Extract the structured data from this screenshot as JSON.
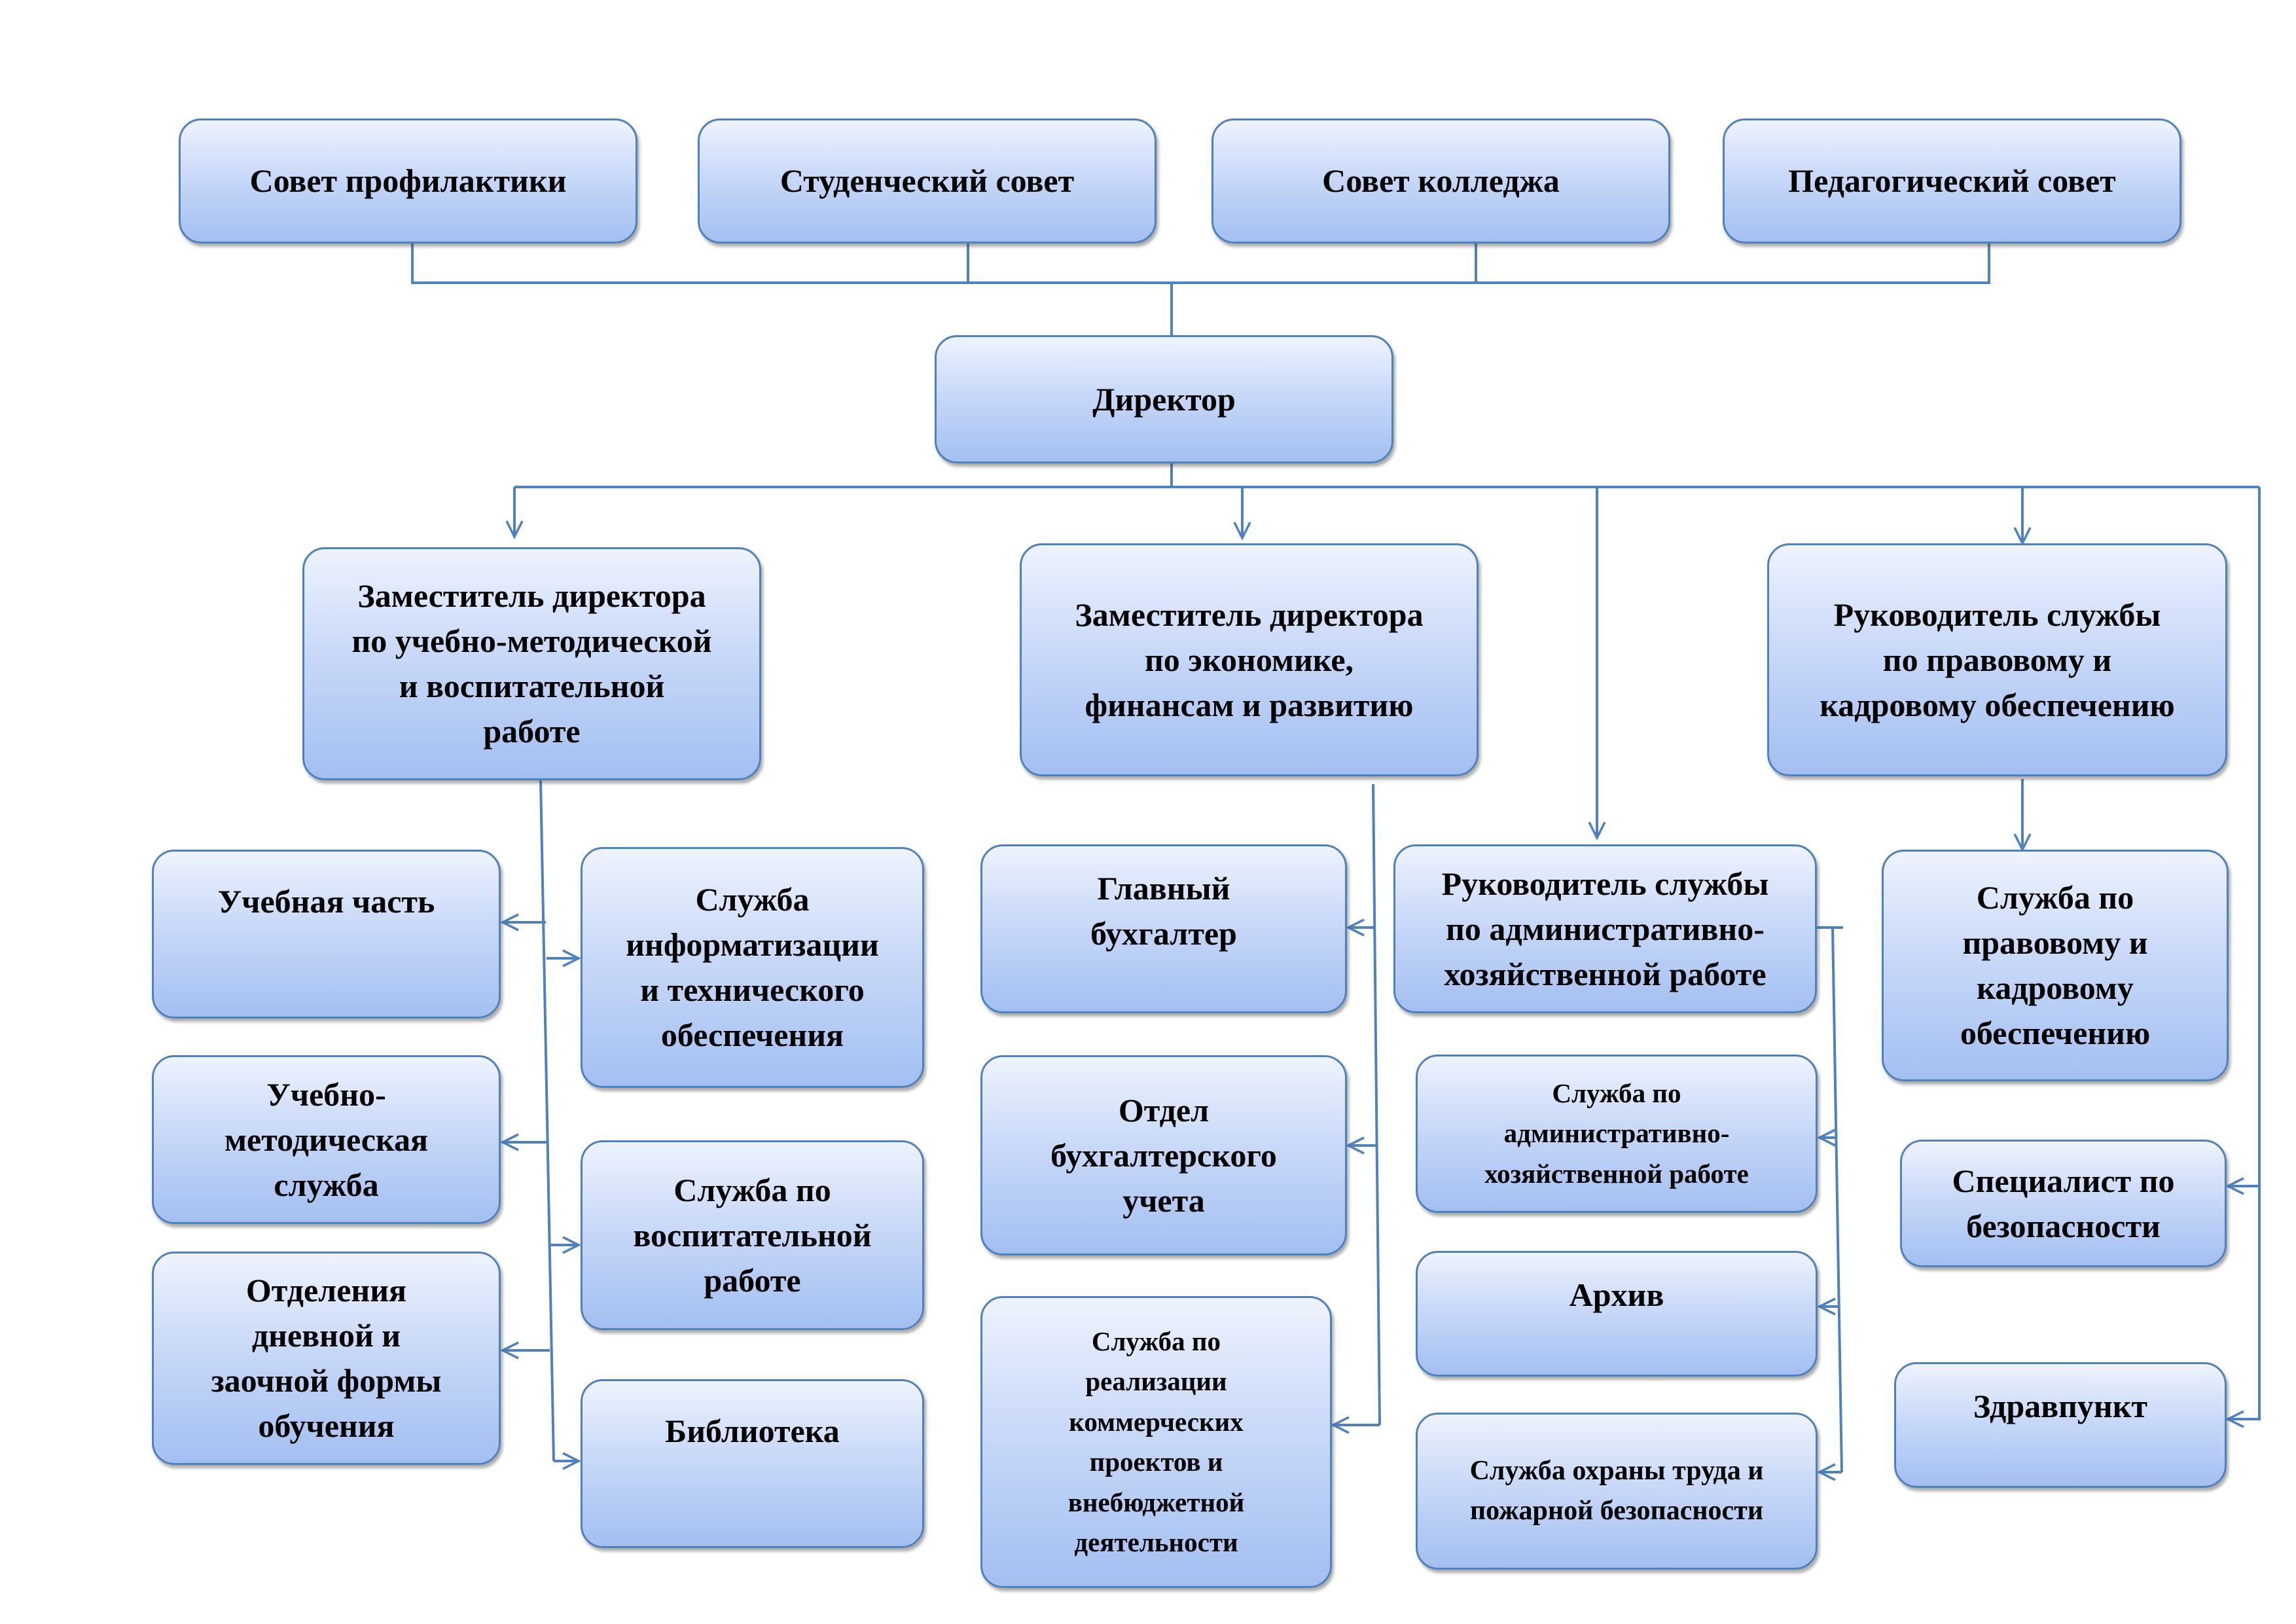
{
  "top_councils": [
    "Совет профилактики",
    "Студенческий совет",
    "Совет колледжа",
    "Педагогический совет"
  ],
  "director": "Директор",
  "deputies": {
    "academic": "Заместитель директора\nпо учебно-методической\nи воспитательной\nработе",
    "economics": "Заместитель директора\nпо экономике,\nфинансам и развитию",
    "legal_head": "Руководитель службы\nпо правовому и\nкадровому обеспечению",
    "admin_head": "Руководитель службы\nпо административно-\nхозяйственной работе"
  },
  "academic_units": {
    "left": [
      "Учебная часть",
      "Учебно-\nметодическая\nслужба",
      "Отделения\nдневной и\nзаочной формы\nобучения"
    ],
    "right": [
      "Служба\nинформатизации\nи технического\nобеспечения",
      "Служба по\nвоспитательной\nработе",
      "Библиотека"
    ]
  },
  "economics_units": [
    "Главный\nбухгалтер",
    "Отдел\nбухгалтерского\nучета",
    "Служба по\nреализации\nкоммерческих\nпроектов и\nвнебюджетной\nдеятельности"
  ],
  "admin_units": [
    "Служба по\nадминистративно-\nхозяйственной работе",
    "Архив",
    "Служба охраны труда и\nпожарной безопасности"
  ],
  "legal_units": [
    "Служба по\nправовому и\nкадровому\nобеспечению"
  ],
  "direct_units": [
    "Специалист по\nбезопасности",
    "Здравпункт"
  ],
  "colors": {
    "line": "#4f81bd",
    "box_top": "#eef3fd",
    "box_bottom": "#a3bff1"
  }
}
